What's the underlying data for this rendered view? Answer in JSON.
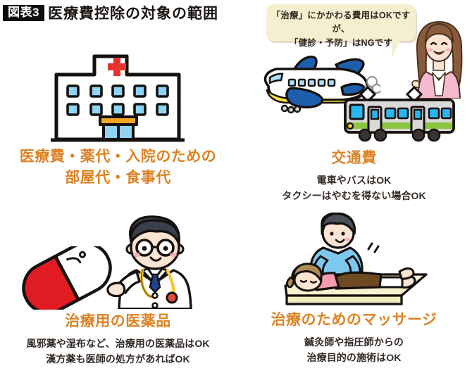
{
  "header": {
    "badge": "図表3",
    "title": "医療費控除の対象の範囲"
  },
  "speech_bubble": {
    "line1": "「治療」にかかわる費用はOKですが、",
    "line2": "「健診・予防」はNGです",
    "background_color": "#f5efcf",
    "speaker": "woman-presenter"
  },
  "colors": {
    "heading_orange": "#dd8223",
    "body_text": "#342b27",
    "badge_bg": "#100d0c",
    "hospital_awning": "#f5a623",
    "window_blue": "#8fd4f5",
    "cross_red": "#e8322d",
    "plane_blue": "#1e5fad",
    "plane_stripe": "#f7e03a",
    "train_green": "#8cc63f",
    "capsule_red": "#e01b22",
    "massage_shirt": "#7ec8ef",
    "massage_table": "#f5efc8"
  },
  "sections": [
    {
      "id": "medical-fees",
      "icon": "hospital-building-icon",
      "heading_line1": "医療費・薬代・入院のための",
      "heading_line2": "部屋代・食事代",
      "body_line1": "",
      "body_line2": ""
    },
    {
      "id": "transportation",
      "icon": "airplane-and-train-icon",
      "heading_line1": "交通費",
      "heading_line2": "",
      "body_line1": "電車やバスはOK",
      "body_line2": "タクシーはやむを得ない場合OK"
    },
    {
      "id": "medicine",
      "icon": "capsule-and-doctor-icon",
      "heading_line1": "治療用の医薬品",
      "heading_line2": "",
      "body_line1": "風邪薬や湿布など、治療用の医薬品はOK",
      "body_line2": "漢方薬も医師の処方があればOK"
    },
    {
      "id": "massage",
      "icon": "massage-therapy-icon",
      "heading_line1": "治療のためのマッサージ",
      "heading_line2": "",
      "body_line1": "鍼灸師や指圧師からの",
      "body_line2": "治療目的の施術はOK"
    }
  ]
}
